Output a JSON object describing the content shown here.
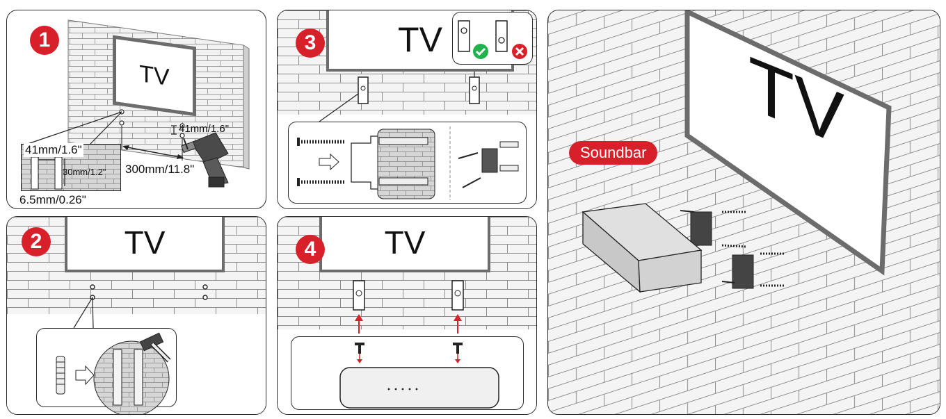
{
  "step1": {
    "number": "1",
    "tv_label": "TV",
    "dim_vertical_small": "41mm/1.6\"",
    "dim_bracket_width": "41mm/1.6\"",
    "dim_bracket_height": "30mm/1.2\"",
    "dim_spacing": "300mm/11.8\"",
    "dim_hole": "6.5mm/0.26\""
  },
  "step2": {
    "number": "2",
    "tv_label": "TV"
  },
  "step3": {
    "number": "3",
    "tv_label": "TV"
  },
  "step4": {
    "number": "4",
    "tv_label": "TV"
  },
  "overview": {
    "tv_label": "TV",
    "soundbar_label": "Soundbar"
  },
  "colors": {
    "accent_red": "#d8202a",
    "ok_green": "#22b14c",
    "outline": "#2b2b2b",
    "wall": "#f4f4f4"
  }
}
